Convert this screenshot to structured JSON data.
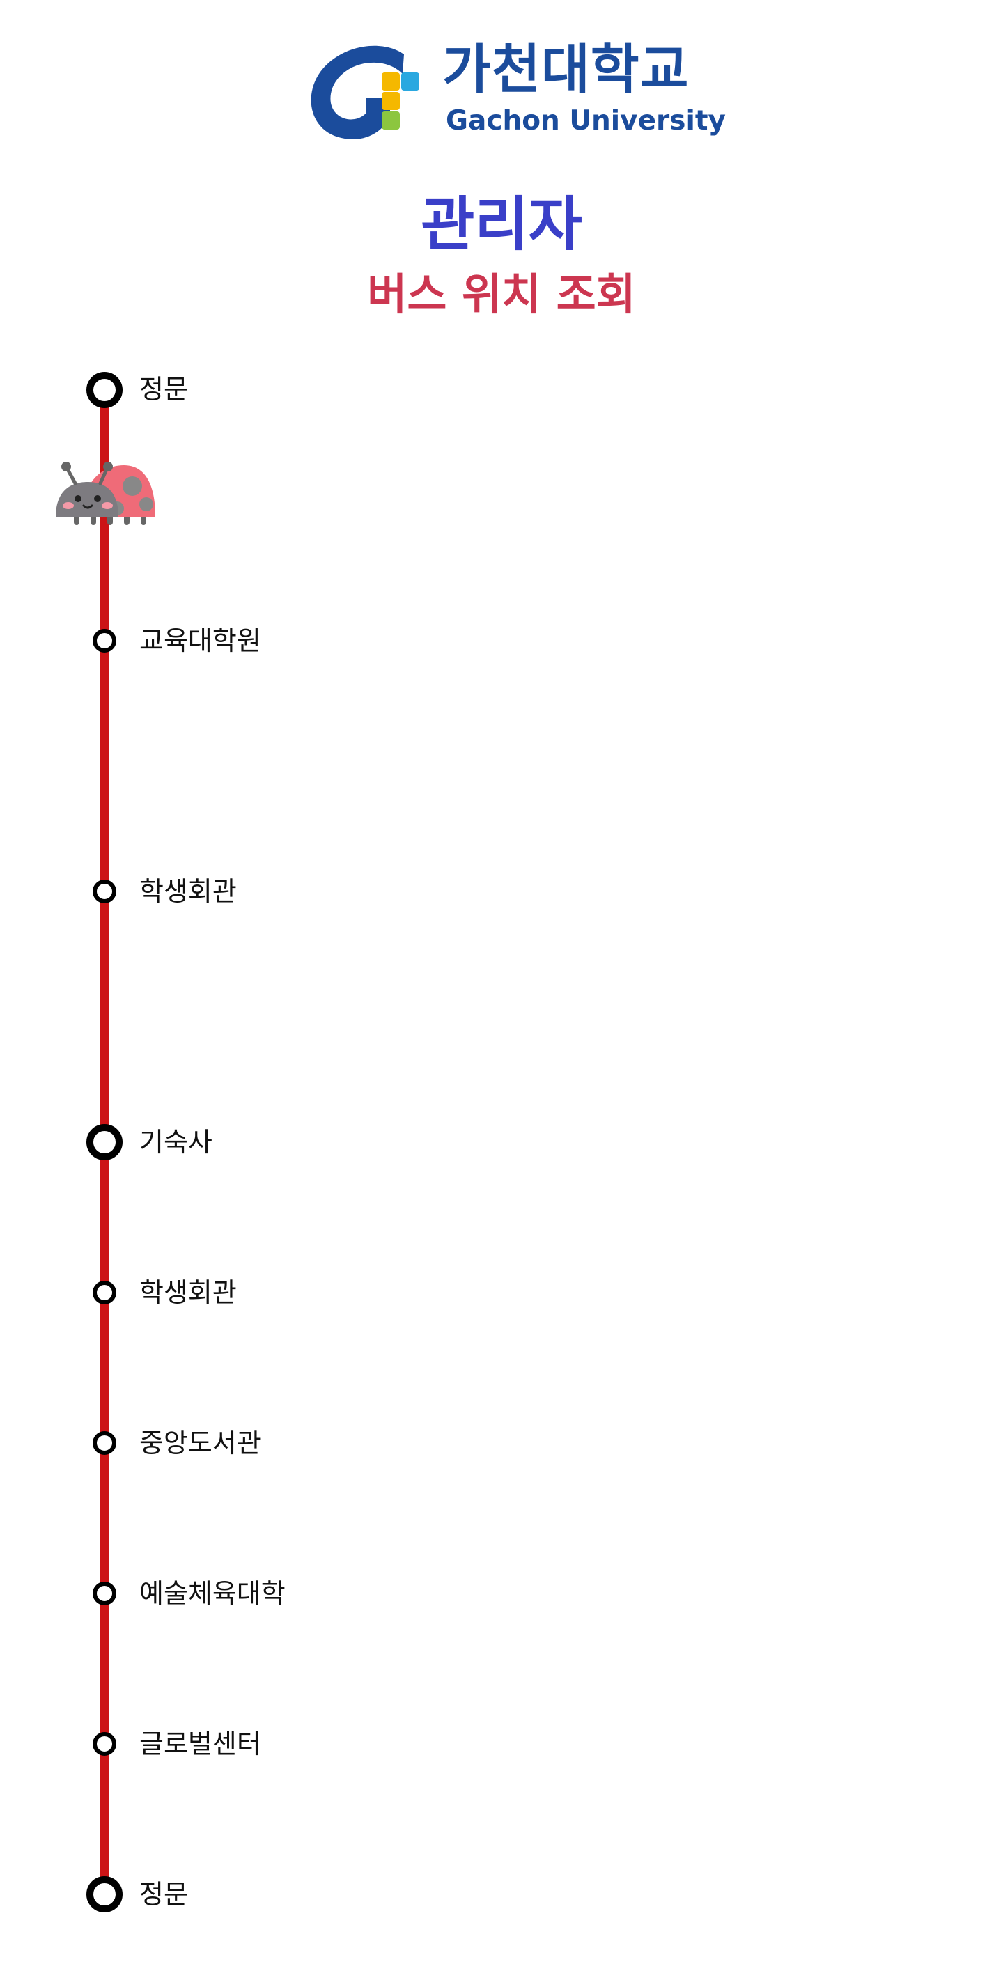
{
  "logo": {
    "korean": "가천대학교",
    "english": "Gachon University"
  },
  "title": "관리자",
  "subtitle": "버스 위치 조회",
  "stops": [
    {
      "label": "정문"
    },
    {
      "label": "교육대학원"
    },
    {
      "label": "학생회관"
    },
    {
      "label": "기숙사"
    },
    {
      "label": "학생회관"
    },
    {
      "label": "중앙도서관"
    },
    {
      "label": "예술체육대학"
    },
    {
      "label": "글로벌센터"
    },
    {
      "label": "정문"
    }
  ],
  "bus_marker_icon": "ladybug-icon",
  "colors": {
    "route_line": "#cc1416",
    "title": "#3a3fc8",
    "subtitle": "#cc3650",
    "logo_blue": "#1b4c9c"
  }
}
